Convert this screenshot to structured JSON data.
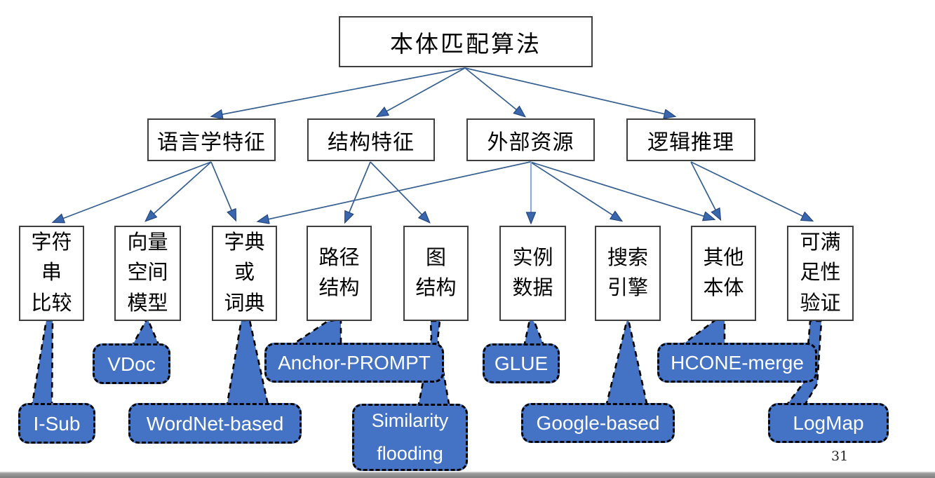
{
  "page": {
    "number": "31"
  },
  "colors": {
    "callout_fill": "#4472C4",
    "callout_border": "#000000",
    "edge_line": "#365F91",
    "edge_line_light": "#8EA9DB",
    "arrowhead_fill": "#3A66AD",
    "node_border": "#3f3f3f",
    "footer_bar": "#7f7f7f"
  },
  "nodes": {
    "root": {
      "id": "root",
      "label": "本体匹配算法"
    },
    "level2": [
      {
        "id": "linguistic",
        "label": "语言学特征"
      },
      {
        "id": "structural",
        "label": "结构特征"
      },
      {
        "id": "external",
        "label": "外部资源"
      },
      {
        "id": "logical",
        "label": "逻辑推理"
      }
    ],
    "level3": [
      {
        "id": "string-comparison",
        "label": "字符\n串\n比较"
      },
      {
        "id": "vector-space-model",
        "label": "向量\n空间\n模型"
      },
      {
        "id": "dictionary",
        "label": "字典\n或\n词典"
      },
      {
        "id": "path-structure",
        "label": "路径\n结构"
      },
      {
        "id": "graph-structure",
        "label": "图\n结构"
      },
      {
        "id": "instance-data",
        "label": "实例\n数据"
      },
      {
        "id": "search-engine",
        "label": "搜索\n引擎"
      },
      {
        "id": "other-ontology",
        "label": "其他\n本体"
      },
      {
        "id": "satisfiability",
        "label": "可满\n足性\n验证"
      }
    ]
  },
  "edges": [
    {
      "from": "root",
      "to": "linguistic"
    },
    {
      "from": "root",
      "to": "structural"
    },
    {
      "from": "root",
      "to": "external"
    },
    {
      "from": "root",
      "to": "logical"
    },
    {
      "from": "linguistic",
      "to": "string-comparison"
    },
    {
      "from": "linguistic",
      "to": "vector-space-model"
    },
    {
      "from": "linguistic",
      "to": "dictionary"
    },
    {
      "from": "structural",
      "to": "path-structure"
    },
    {
      "from": "structural",
      "to": "graph-structure"
    },
    {
      "from": "external",
      "to": "dictionary"
    },
    {
      "from": "external",
      "to": "instance-data"
    },
    {
      "from": "external",
      "to": "search-engine"
    },
    {
      "from": "external",
      "to": "other-ontology"
    },
    {
      "from": "logical",
      "to": "other-ontology"
    },
    {
      "from": "logical",
      "to": "satisfiability"
    }
  ],
  "callouts": [
    {
      "label": "I-Sub",
      "points_to": "string-comparison"
    },
    {
      "label": "VDoc",
      "points_to": "vector-space-model"
    },
    {
      "label": "WordNet-based",
      "points_to": "dictionary"
    },
    {
      "label": "Anchor-PROMPT",
      "points_to": "path-structure"
    },
    {
      "label": "Similarity flooding",
      "points_to": "graph-structure"
    },
    {
      "label": "GLUE",
      "points_to": "instance-data"
    },
    {
      "label": "Google-based",
      "points_to": "search-engine"
    },
    {
      "label": "HCONE-merge",
      "points_to": "other-ontology"
    },
    {
      "label": "LogMap",
      "points_to": "satisfiability"
    }
  ]
}
